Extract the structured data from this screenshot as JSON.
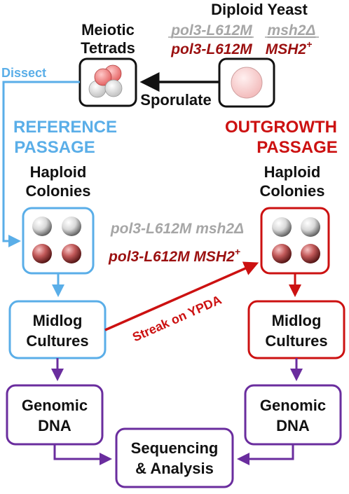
{
  "colors": {
    "blue": "#5aaee8",
    "red": "#cc1111",
    "purple": "#6a2d9e",
    "black": "#111111",
    "gray_genotype": "#a6a6a6",
    "red_genotype": "#9b1010"
  },
  "top": {
    "diploid_title": "Diploid Yeast",
    "diploid_geno_gray_1": "pol3-L612M",
    "diploid_geno_gray_2": "msh2Δ",
    "diploid_geno_red_1": "pol3-L612M",
    "diploid_geno_red_2": "MSH2",
    "diploid_geno_red_2_sup": "+",
    "meiotic_line1": "Meiotic",
    "meiotic_line2": "Tetrads",
    "sporulate": "Sporulate",
    "dissect": "Dissect"
  },
  "reference": {
    "title_line1": "REFERENCE",
    "title_line2": "PASSAGE",
    "haploid_line1": "Haploid",
    "haploid_line2": "Colonies",
    "midlog_line1": "Midlog",
    "midlog_line2": "Cultures",
    "genomic_line1": "Genomic",
    "genomic_line2": "DNA"
  },
  "outgrowth": {
    "title_line1": "OUTGROWTH",
    "title_line2": "PASSAGE",
    "haploid_line1": "Haploid",
    "haploid_line2": "Colonies",
    "midlog_line1": "Midlog",
    "midlog_line2": "Cultures",
    "genomic_line1": "Genomic",
    "genomic_line2": "DNA"
  },
  "middle": {
    "geno_gray": "pol3-L612M msh2Δ",
    "geno_red": "pol3-L612M MSH2",
    "geno_red_sup": "+",
    "streak": "Streak on YPDA"
  },
  "bottom": {
    "seq_line1": "Sequencing",
    "seq_line2": "& Analysis"
  }
}
